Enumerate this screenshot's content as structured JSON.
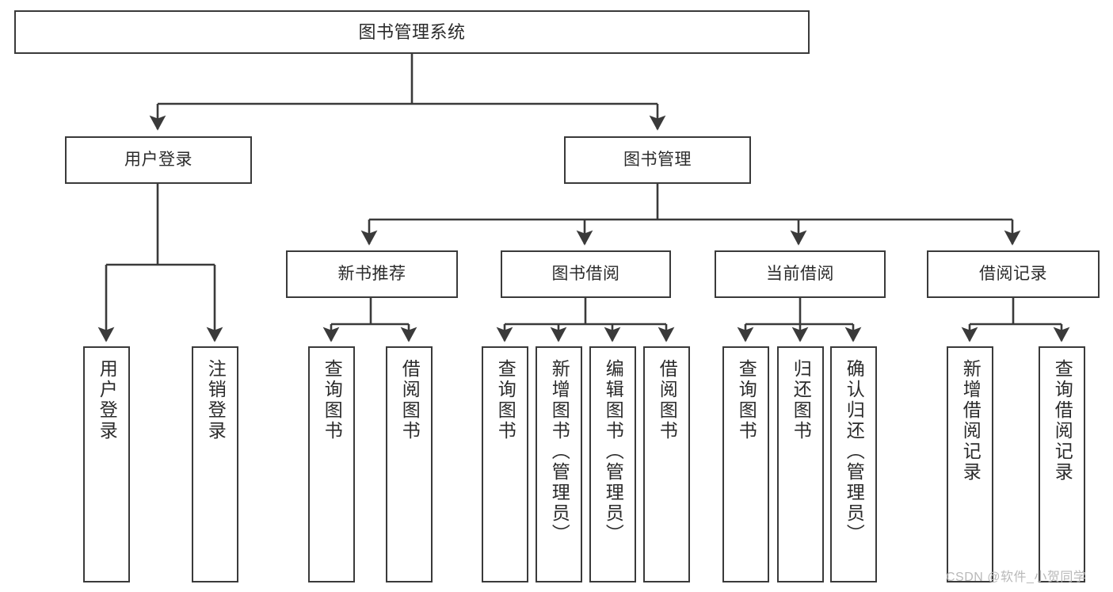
{
  "diagram": {
    "title": "图书管理系统",
    "type": "tree-hierarchy",
    "colors": {
      "box_border": "#3a3a3a",
      "box_fill": "#ffffff",
      "connector": "#3a3a3a",
      "text": "#2b2b2b",
      "watermark": "#b9b9b9",
      "background": "#ffffff"
    },
    "root": {
      "label": "图书管理系统"
    },
    "level1": [
      {
        "label": "用户登录"
      },
      {
        "label": "图书管理"
      }
    ],
    "level2": [
      {
        "label": "新书推荐"
      },
      {
        "label": "图书借阅"
      },
      {
        "label": "当前借阅"
      },
      {
        "label": "借阅记录"
      }
    ],
    "leaves": {
      "user_login": [
        {
          "label": "用户登录"
        },
        {
          "label": "注销登录"
        }
      ],
      "new_book_recommend": [
        {
          "label": "查询图书"
        },
        {
          "label": "借阅图书"
        }
      ],
      "book_borrow": [
        {
          "label": "查询图书"
        },
        {
          "label": "新增图书（管理员）"
        },
        {
          "label": "编辑图书（管理员）"
        },
        {
          "label": "借阅图书"
        }
      ],
      "current_borrow": [
        {
          "label": "查询图书"
        },
        {
          "label": "归还图书"
        },
        {
          "label": "确认归还（管理员）"
        }
      ],
      "borrow_records": [
        {
          "label": "新增借阅记录"
        },
        {
          "label": "查询借阅记录"
        }
      ]
    }
  },
  "watermark": {
    "text": "CSDN @软件_小贺同学"
  }
}
